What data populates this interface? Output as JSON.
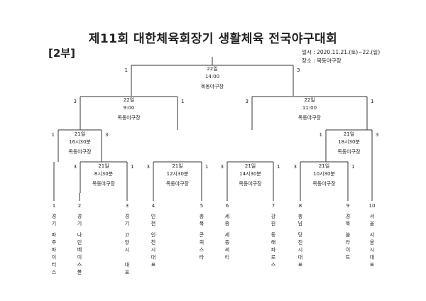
{
  "title": "제11회 대한체육회장기 생활체육 전국야구대회",
  "division": "[2부]",
  "period": "일시 : 2020.11.21.(토)~22.(일)",
  "venue": "장소 : 목동야구장",
  "matches": [
    {
      "id": "final",
      "date": "22일",
      "time": "14:00",
      "place": "목동야구장",
      "score_left": "1",
      "score_right": "3"
    },
    {
      "id": "sf1",
      "date": "22일",
      "time": "9:00",
      "place": "목동야구장",
      "score_left": "3",
      "score_right": "1"
    },
    {
      "id": "sf2",
      "date": "22일",
      "time": "11:00",
      "place": "목동야구장",
      "score_left": "3",
      "score_right": "1"
    },
    {
      "id": "qf1",
      "date": "21일",
      "time": "16시30분",
      "place": "목동야구장",
      "score_left": "1",
      "score_right": "3"
    },
    {
      "id": "qf4",
      "date": "21일",
      "time": "18시30분",
      "place": "목동야구장",
      "score_left": "1",
      "score_right": "3"
    },
    {
      "id": "r1a",
      "date": "21일",
      "time": "8시30분",
      "place": "목동야구장",
      "score_left": "3",
      "score_right": "1"
    },
    {
      "id": "r1b",
      "date": "21일",
      "time": "12시30분",
      "place": "목동야구장",
      "score_left": "3",
      "score_right": "1"
    },
    {
      "id": "r1c",
      "date": "21일",
      "time": "14시30분",
      "place": "목동야구장",
      "score_left": "3",
      "score_right": "1"
    },
    {
      "id": "r1d",
      "date": "21일",
      "time": "10시30분",
      "place": "목동야구장",
      "score_left": "3",
      "score_right": "1"
    }
  ],
  "teams": [
    {
      "no": "1",
      "region": "경기",
      "name": "파주파이터스"
    },
    {
      "no": "2",
      "region": "경기",
      "name": "나인베이스볼"
    },
    {
      "no": "3",
      "region": "경기",
      "name": "고양시 대표"
    },
    {
      "no": "4",
      "region": "인천",
      "name": "인천시대표"
    },
    {
      "no": "5",
      "region": "충북",
      "name": "콘퀴스타"
    },
    {
      "no": "6",
      "region": "세종",
      "name": "세종써티"
    },
    {
      "no": "7",
      "region": "강원",
      "name": "동해파로스"
    },
    {
      "no": "8",
      "region": "충남",
      "name": "당진시대표"
    },
    {
      "no": "9",
      "region": "경북",
      "name": "쏠라이트"
    },
    {
      "no": "10",
      "region": "서울",
      "name": "서울시대표"
    }
  ]
}
